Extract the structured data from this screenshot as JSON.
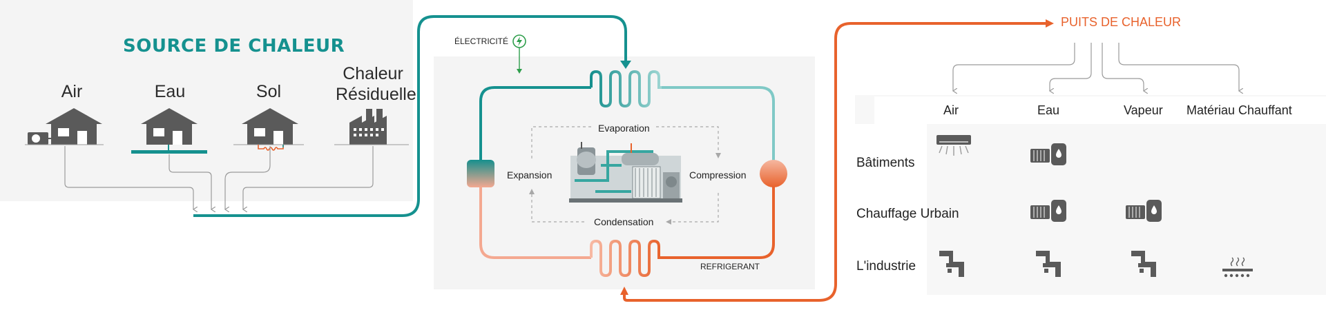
{
  "source": {
    "title": "SOURCE DE CHALEUR",
    "items": [
      {
        "label": "Air"
      },
      {
        "label": "Eau"
      },
      {
        "label": "Sol"
      },
      {
        "label_line1": "Chaleur",
        "label_line2": "Résiduelle"
      }
    ]
  },
  "cycle": {
    "electricity": "ÉLECTRICITÉ",
    "evaporation": "Evaporation",
    "expansion": "Expansion",
    "compression": "Compression",
    "condensation": "Condensation",
    "refrigerant": "REFRIGERANT"
  },
  "sink": {
    "title": "PUITS DE CHALEUR",
    "arrow": "→",
    "columns": [
      "Air",
      "Eau",
      "Vapeur",
      "Matériau Chauffant"
    ],
    "rows": [
      "Bâtiments",
      "Chauffage Urbain",
      "L'industrie"
    ]
  },
  "colors": {
    "teal": "#15918f",
    "orange": "#e8622c",
    "gray_icon": "#5a5a5a",
    "light_panel": "#f4f4f4"
  },
  "icons": {
    "source": [
      "house-with-air-unit-icon",
      "house-with-water-pipe-icon",
      "house-with-ground-coil-icon",
      "factory-icon"
    ],
    "sink_buildings": [
      "air-conditioner-icon",
      "radiator-tank-icon"
    ],
    "sink_district": [
      "radiator-tank-icon",
      "radiator-tank-icon"
    ],
    "sink_industry": [
      "pipe-valve-icon",
      "pipe-valve-icon",
      "pipe-valve-icon",
      "heating-plate-icon"
    ],
    "cycle": [
      "lightning-icon",
      "heat-pump-machine-icon",
      "expansion-valve-icon",
      "compressor-icon"
    ]
  }
}
